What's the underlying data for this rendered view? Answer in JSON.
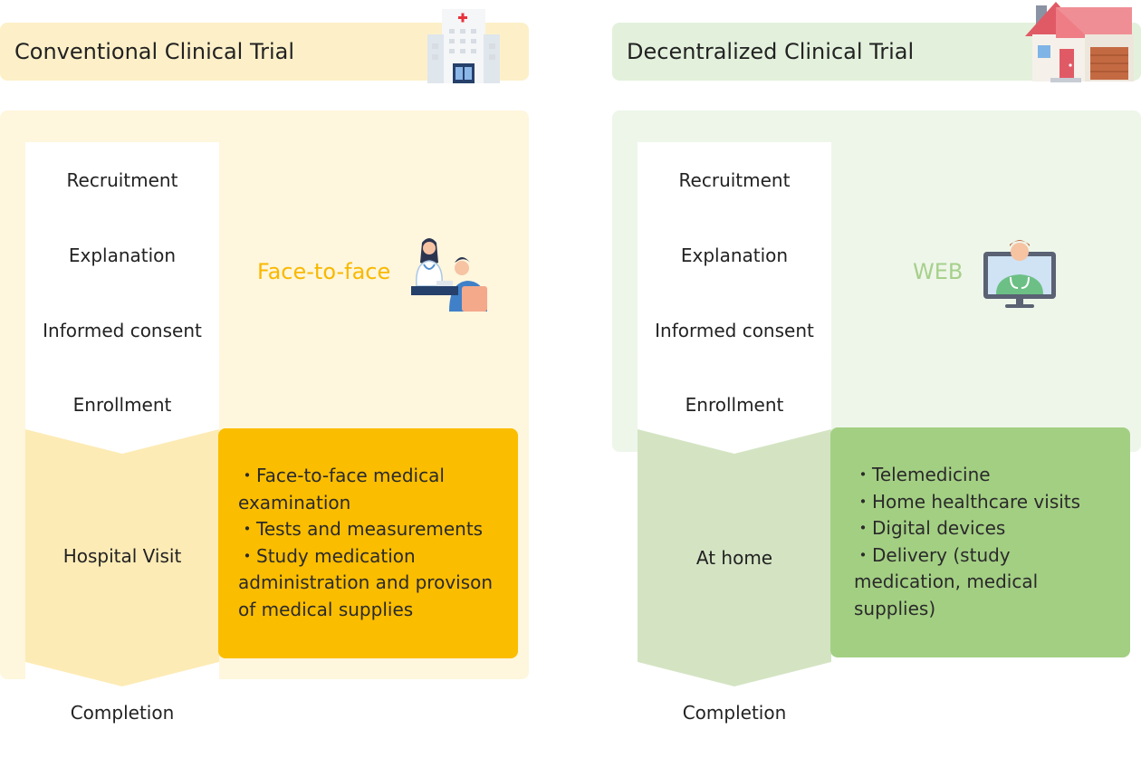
{
  "conventional": {
    "title": "Conventional Clinical Trial",
    "channel": "Face-to-face",
    "steps": [
      "Recruitment",
      "Explanation",
      "Informed consent",
      "Enrollment"
    ],
    "visit_step": "Hospital Visit",
    "final_step": "Completion",
    "details": [
      "・Face-to-face medical examination",
      "・Tests and measurements",
      "・Study medication administration and provison of medical supplies"
    ],
    "colors": {
      "header": "#fdf0c8",
      "panel": "#fef6dd",
      "visit": "#fdebb6",
      "detail": "#fbbd00",
      "accent": "#f9b800"
    }
  },
  "decentralized": {
    "title": "Decentralized Clinical Trial",
    "channel": "WEB",
    "steps": [
      "Recruitment",
      "Explanation",
      "Informed consent",
      "Enrollment"
    ],
    "visit_step": "At home",
    "final_step": "Completion",
    "details": [
      "・Telemedicine",
      "・Home healthcare visits",
      "・Digital devices",
      "・Delivery (study medication, medical supplies)"
    ],
    "colors": {
      "header": "#e3f1dc",
      "panel": "#eef6ea",
      "visit": "#d4e4c3",
      "detail": "#a3cf83",
      "accent": "#a6d08a"
    }
  },
  "icons": [
    "hospital-icon",
    "house-icon",
    "doctor-patient-icon",
    "telemedicine-monitor-icon"
  ]
}
